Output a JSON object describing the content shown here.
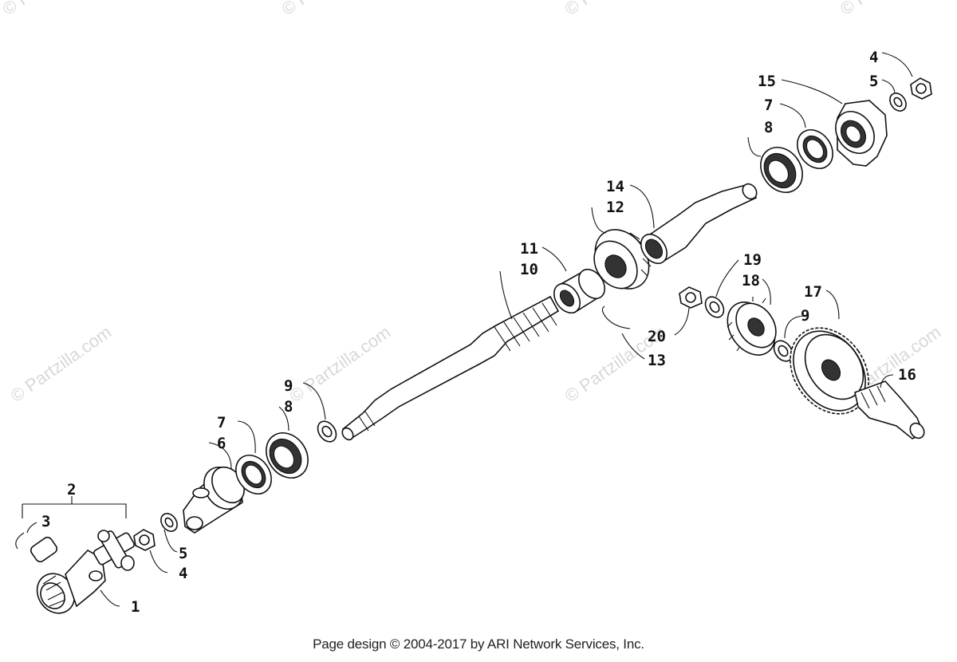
{
  "watermark": "© Partzilla.com",
  "footer": "Page design © 2004-2017 by ARI Network Services, Inc.",
  "callouts": {
    "c1": "1",
    "c2": "2",
    "c3": "3",
    "c4a": "4",
    "c5a": "5",
    "c6": "6",
    "c7a": "7",
    "c8a": "8",
    "c9a": "9",
    "c10": "10",
    "c11": "11",
    "c12": "12",
    "c13": "13",
    "c14": "14",
    "c15": "15",
    "c7b": "7",
    "c8b": "8",
    "c4b": "4",
    "c5b": "5",
    "c16": "16",
    "c17": "17",
    "c18": "18",
    "c19": "19",
    "c20": "20",
    "c9b": "9"
  },
  "icons": [
    "yoke-icon",
    "u-joint-icon",
    "nut-icon",
    "washer-icon",
    "bearing-icon",
    "seal-icon",
    "shaft-icon",
    "bevel-gear-icon",
    "spur-gear-icon",
    "flange-icon",
    "snap-ring-icon"
  ]
}
